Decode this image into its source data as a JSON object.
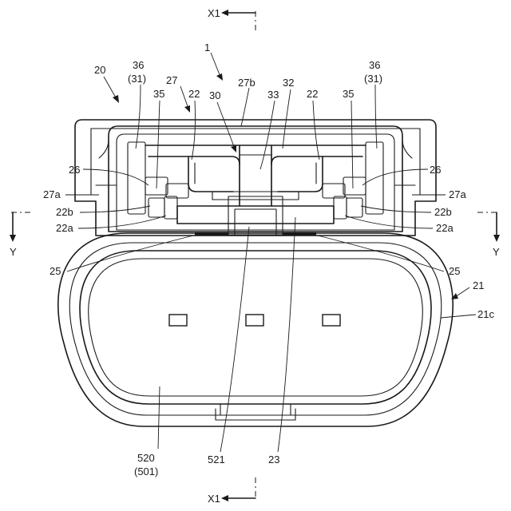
{
  "labels": {
    "x1_top": "X1",
    "x1_bottom": "X1",
    "y_left": "Y",
    "y_right": "Y",
    "ref_1": "1",
    "ref_20": "20",
    "ref_36_left": "36",
    "ref_31_left": "(31)",
    "ref_36_right": "36",
    "ref_31_right": "(31)",
    "ref_27": "27",
    "ref_27b": "27b",
    "ref_32": "32",
    "ref_30": "30",
    "ref_33": "33",
    "ref_35_left": "35",
    "ref_35_right": "35",
    "ref_22_left": "22",
    "ref_22_right": "22",
    "ref_26_left": "26",
    "ref_26_right": "26",
    "ref_27a_left": "27a",
    "ref_27a_right": "27a",
    "ref_22b_left": "22b",
    "ref_22b_right": "22b",
    "ref_22a_left": "22a",
    "ref_22a_right": "22a",
    "ref_25_left": "25",
    "ref_25_right": "25",
    "ref_21": "21",
    "ref_21c": "21c",
    "ref_520": "520",
    "ref_501": "(501)",
    "ref_521": "521",
    "ref_23": "23"
  },
  "colors": {
    "line": "#1a1a1a",
    "background": "#ffffff"
  }
}
